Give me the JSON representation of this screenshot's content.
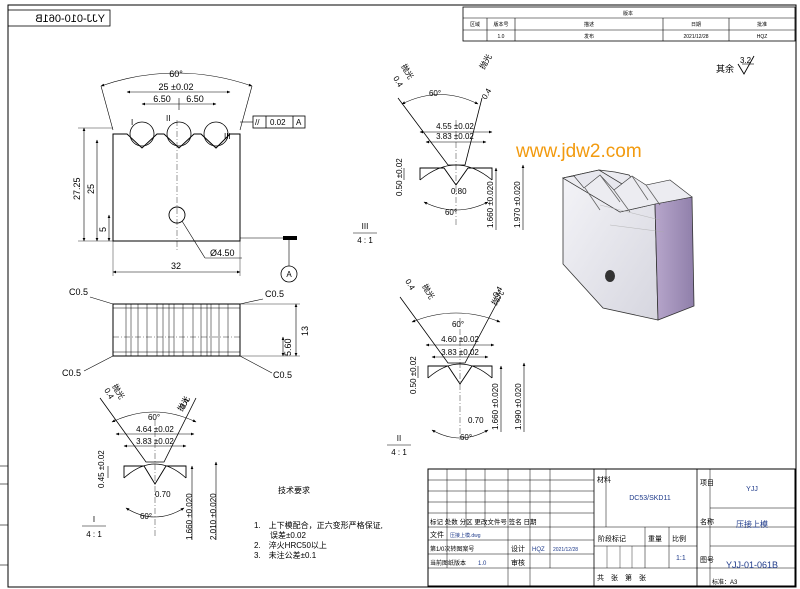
{
  "mirror_code": "YJJ-010-061B",
  "revision_table": {
    "title": "版本",
    "headers": [
      "区域",
      "版本号",
      "描述",
      "日期",
      "批准"
    ],
    "row": [
      "",
      "1.0",
      "发布",
      "2021/12/28",
      "HQZ"
    ]
  },
  "surface_finish": {
    "prefix": "其余",
    "value": "3.2"
  },
  "watermark": "www.jdw2.com",
  "main_view": {
    "angle": "60°",
    "pitch_total": "25 ±0.02",
    "pitch_1": "6.50",
    "pitch_2": "6.50",
    "groove_labels": [
      "I",
      "II",
      "III"
    ],
    "height_total": "27.25",
    "height_body": "25",
    "hole_offset": "5",
    "width": "32",
    "hole": "Ø4.50",
    "parallelism_symbol": "//",
    "parallelism_value": "0.02",
    "parallelism_datum": "A",
    "datum": "A"
  },
  "bottom_view": {
    "chamfers": [
      "C0.5",
      "C0.5",
      "C0.5",
      "C0.5"
    ],
    "thickness": "13",
    "mid": "5.60"
  },
  "detail_3": {
    "angle_top": "60°",
    "r_left": "0.4",
    "r_right": "0.4",
    "polish_1": "抛光",
    "polish_2": "抛光",
    "w_top": "4.55 ±0.02",
    "w_mid": "3.83 ±0.02",
    "depth_a": "0.50 ±0.02",
    "bottom_w": "0.80",
    "angle_bottom": "60°",
    "h1": "1.660 ±0.020",
    "h2": "1.970 ±0.020",
    "label": "III",
    "scale": "4 : 1"
  },
  "detail_2": {
    "angle_top": "60°",
    "r_left": "0.4",
    "r_right": "0.4",
    "polish_1": "抛光",
    "polish_2": "抛光",
    "w_top": "4.60 ±0.02",
    "w_mid": "3.83 ±0.02",
    "depth_a": "0.50 ±0.02",
    "bottom_w": "0.70",
    "angle_bottom": "60°",
    "h1": "1.660 ±0.020",
    "h2": "1.990 ±0.020",
    "label": "II",
    "scale": "4 : 1"
  },
  "detail_1": {
    "angle_top": "60°",
    "r_left": "0.4",
    "r_right": "0.4",
    "polish_1": "抛光",
    "polish_2": "抛光",
    "w_top": "4.64 ±0.02",
    "w_mid": "3.83 ±0.02",
    "depth_a": "0.45 ±0.02",
    "bottom_w": "0.70",
    "angle_bottom": "60°",
    "h1": "1.660 ±0.020",
    "h2": "2.010 ±0.020",
    "label": "I",
    "scale": "4 : 1"
  },
  "tech_requirements": {
    "title": "技术要求",
    "items": [
      "1.　上下模配合，正六变形严格保证,",
      "　　误差±0.02",
      "2.　淬火HRC50以上",
      "3.　未注公差±0.1"
    ]
  },
  "title_block": {
    "material_label": "材料",
    "material": "DC53/SKD11",
    "project_label": "项目",
    "project": "YJJ",
    "name_label": "名称",
    "name": "压接上模",
    "drawing_no_label": "图号",
    "drawing_no": "YJJ-01-061B",
    "change_header": "标记 处数 分区 更改文件号 签名 日期",
    "file_label": "文件",
    "file_name": "压接上模.dwg",
    "row_labels": [
      "第1/0次转图案号",
      "当前图纸版本"
    ],
    "version": "1.0",
    "design_label": "设计",
    "designer": "HQZ",
    "design_date": "2021/12/28",
    "review_label": "审核",
    "sign_label": "签名",
    "date_label": "日期",
    "stage_label": "阶段标记",
    "weight_label": "重量",
    "ratio_label": "比例",
    "ratio": "1:1",
    "sheets_label": "共　张　第　张",
    "std_label": "标准：A3"
  }
}
